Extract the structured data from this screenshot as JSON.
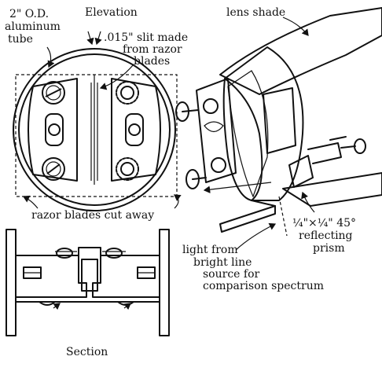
{
  "labels": {
    "od": "2\" O.D.",
    "aluminum": "aluminum",
    "tube": "tube",
    "elevation": "Elevation",
    "slit1": ".015\" slit made",
    "slit2": "from razor",
    "slit3": "blades",
    "lens_shade": "lens shade",
    "cut_away": "razor blades cut away",
    "light1": "light from",
    "light2": "bright line",
    "light3": "source for",
    "light4": "comparison spectrum",
    "prism1": "¼\"×¼\" 45°",
    "prism2": "reflecting",
    "prism3": "prism",
    "section": "Section"
  }
}
